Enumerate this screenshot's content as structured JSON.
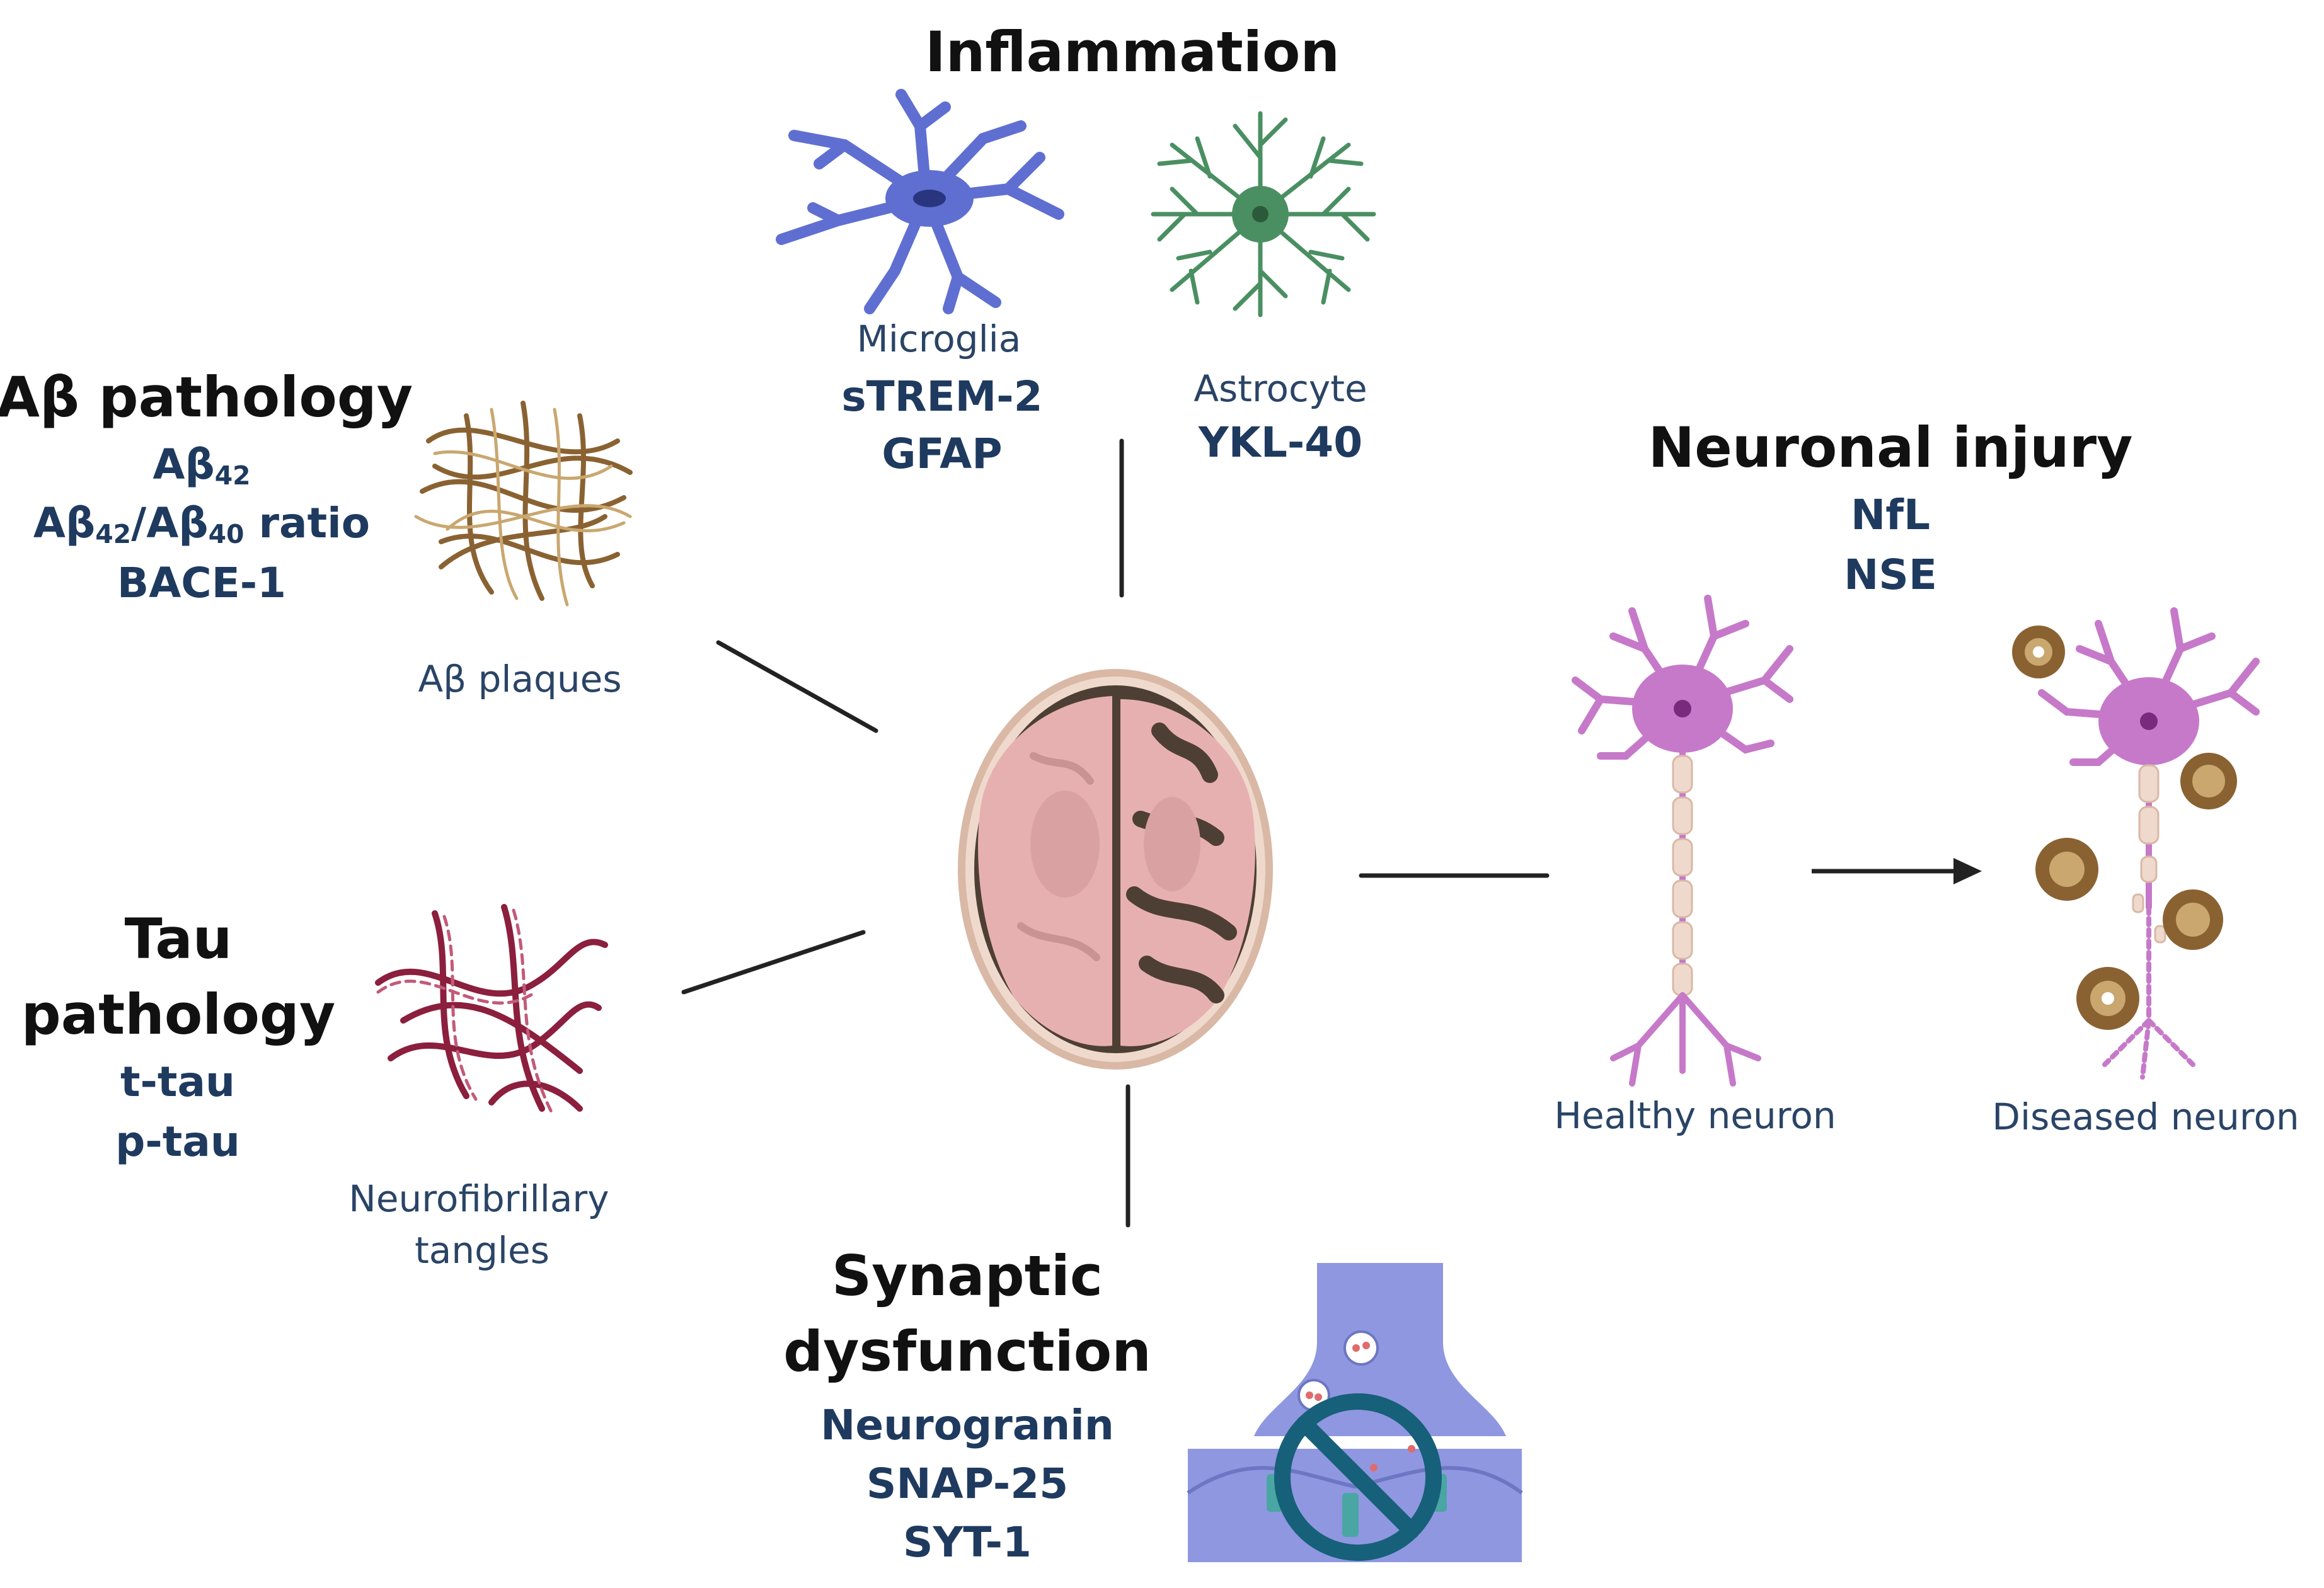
{
  "colors": {
    "heading": "#111111",
    "marker": "#1f3a5f",
    "caption": "#2a4466",
    "microglia": "#5f6fd1",
    "astrocyte": "#4a8f62",
    "neuron": "#c679c9",
    "plaque": "#8a6232",
    "tangle": "#8b1f3d",
    "brain": "#e7b0b0",
    "synapse": "#8f97e0",
    "block": "#16607a"
  },
  "inflammation": {
    "title": "Inflammation",
    "microglia": {
      "label": "Microglia",
      "markers": [
        "sTREM-2",
        "GFAP"
      ]
    },
    "astrocyte": {
      "label": "Astrocyte",
      "markers": [
        "YKL-40"
      ]
    }
  },
  "abeta": {
    "title": "Aβ pathology",
    "markers": [
      {
        "base": "Aβ",
        "sub": "42",
        "tail": ""
      },
      {
        "base": "Aβ",
        "sub": "42",
        "mid": "/Aβ",
        "sub2": "40",
        "tail": " ratio"
      },
      {
        "text": "BACE-1"
      }
    ],
    "caption": "Aβ plaques"
  },
  "tau": {
    "title_line1": "Tau",
    "title_line2": "pathology",
    "markers": [
      "t-tau",
      "p-tau"
    ],
    "caption_line1": "Neurofibrillary",
    "caption_line2": "tangles"
  },
  "neuronal": {
    "title": "Neuronal injury",
    "markers": [
      "NfL",
      "NSE"
    ],
    "healthy_label": "Healthy neuron",
    "diseased_label": "Diseased neuron"
  },
  "synaptic": {
    "title_line1": "Synaptic",
    "title_line2": "dysfunction",
    "markers": [
      "Neurogranin",
      "SNAP-25",
      "SYT-1"
    ]
  },
  "icons": {
    "brain": "brain-axial-section-icon",
    "microglia": "microglia-cell-icon",
    "astrocyte": "astrocyte-cell-icon",
    "plaque": "amyloid-plaque-icon",
    "tangle": "neurofibrillary-tangle-icon",
    "healthy_neuron": "healthy-neuron-icon",
    "diseased_neuron": "diseased-neuron-icon",
    "synapse": "blocked-synapse-icon",
    "arrow": "progression-arrow-icon"
  }
}
